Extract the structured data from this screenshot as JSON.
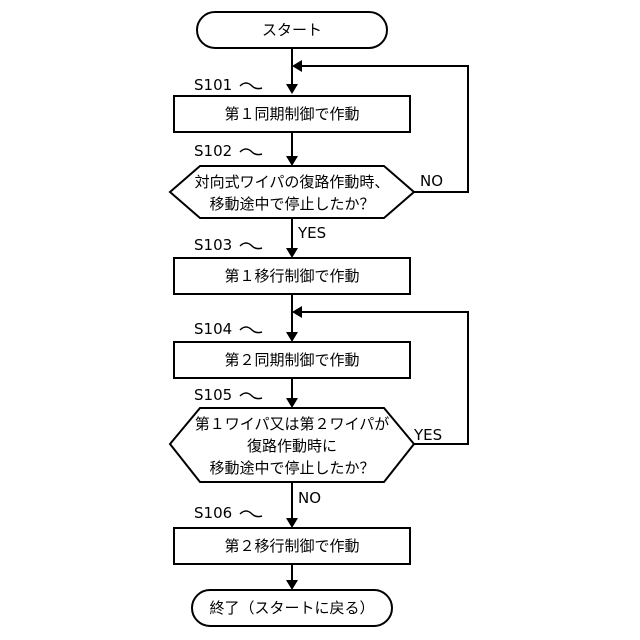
{
  "flowchart": {
    "start": "スタート",
    "steps": [
      {
        "id": "S101",
        "text": "第１同期制御で作動"
      },
      {
        "id": "S102",
        "lines": [
          "対向式ワイパの復路作動時、",
          "移動途中で停止したか？"
        ],
        "yes": "YES",
        "no": "NO"
      },
      {
        "id": "S103",
        "text": "第１移行制御で作動"
      },
      {
        "id": "S104",
        "text": "第２同期制御で作動"
      },
      {
        "id": "S105",
        "lines": [
          "第１ワイパ又は第２ワイパが",
          "復路作動時に",
          "移動途中で停止したか？"
        ],
        "yes": "YES",
        "no": "NO"
      },
      {
        "id": "S106",
        "text": "第２移行制御で作動"
      }
    ],
    "end": "終了（スタートに戻る）"
  }
}
